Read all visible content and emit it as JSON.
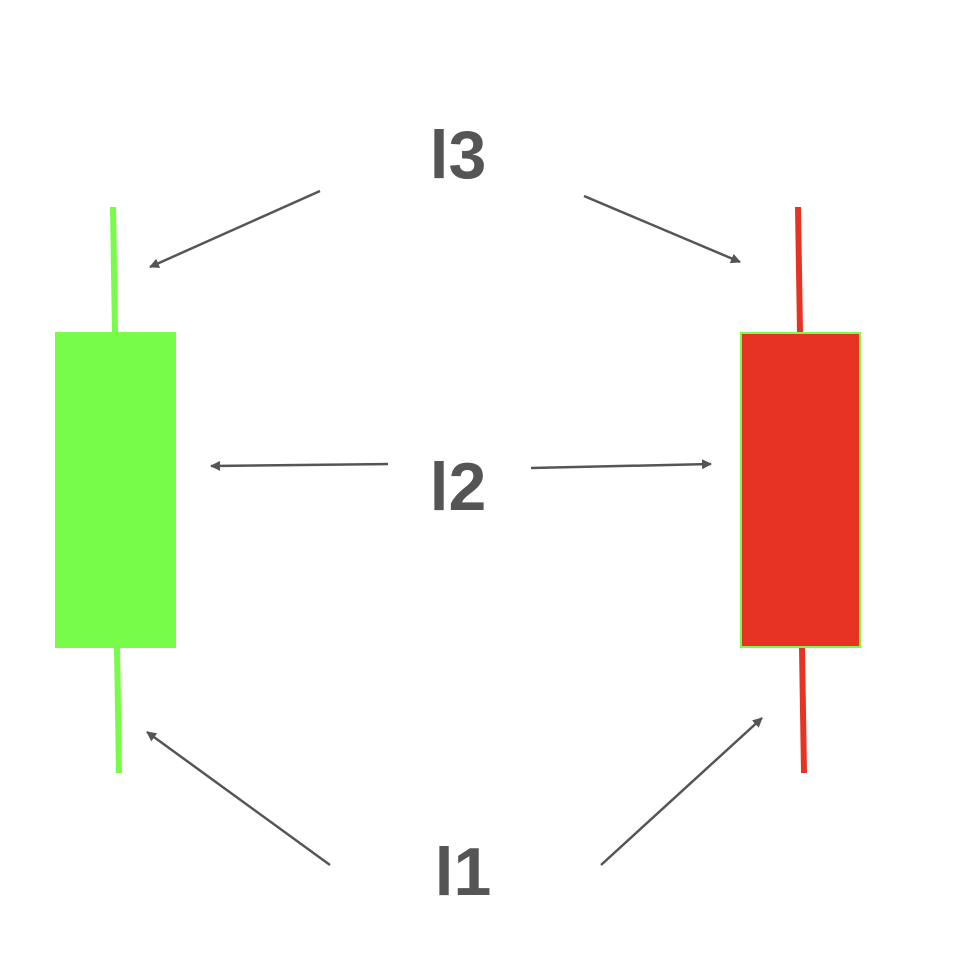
{
  "labels": {
    "top": "l3",
    "middle": "l2",
    "bottom": "l1"
  },
  "colors": {
    "bullish": "#77fc48",
    "bearish": "#e73323",
    "bearish_border": "#77fc48",
    "arrow": "#555555",
    "label": "#555555"
  },
  "candles": [
    {
      "name": "bullish-candle",
      "color_key": "bullish"
    },
    {
      "name": "bearish-candle",
      "color_key": "bearish"
    }
  ]
}
